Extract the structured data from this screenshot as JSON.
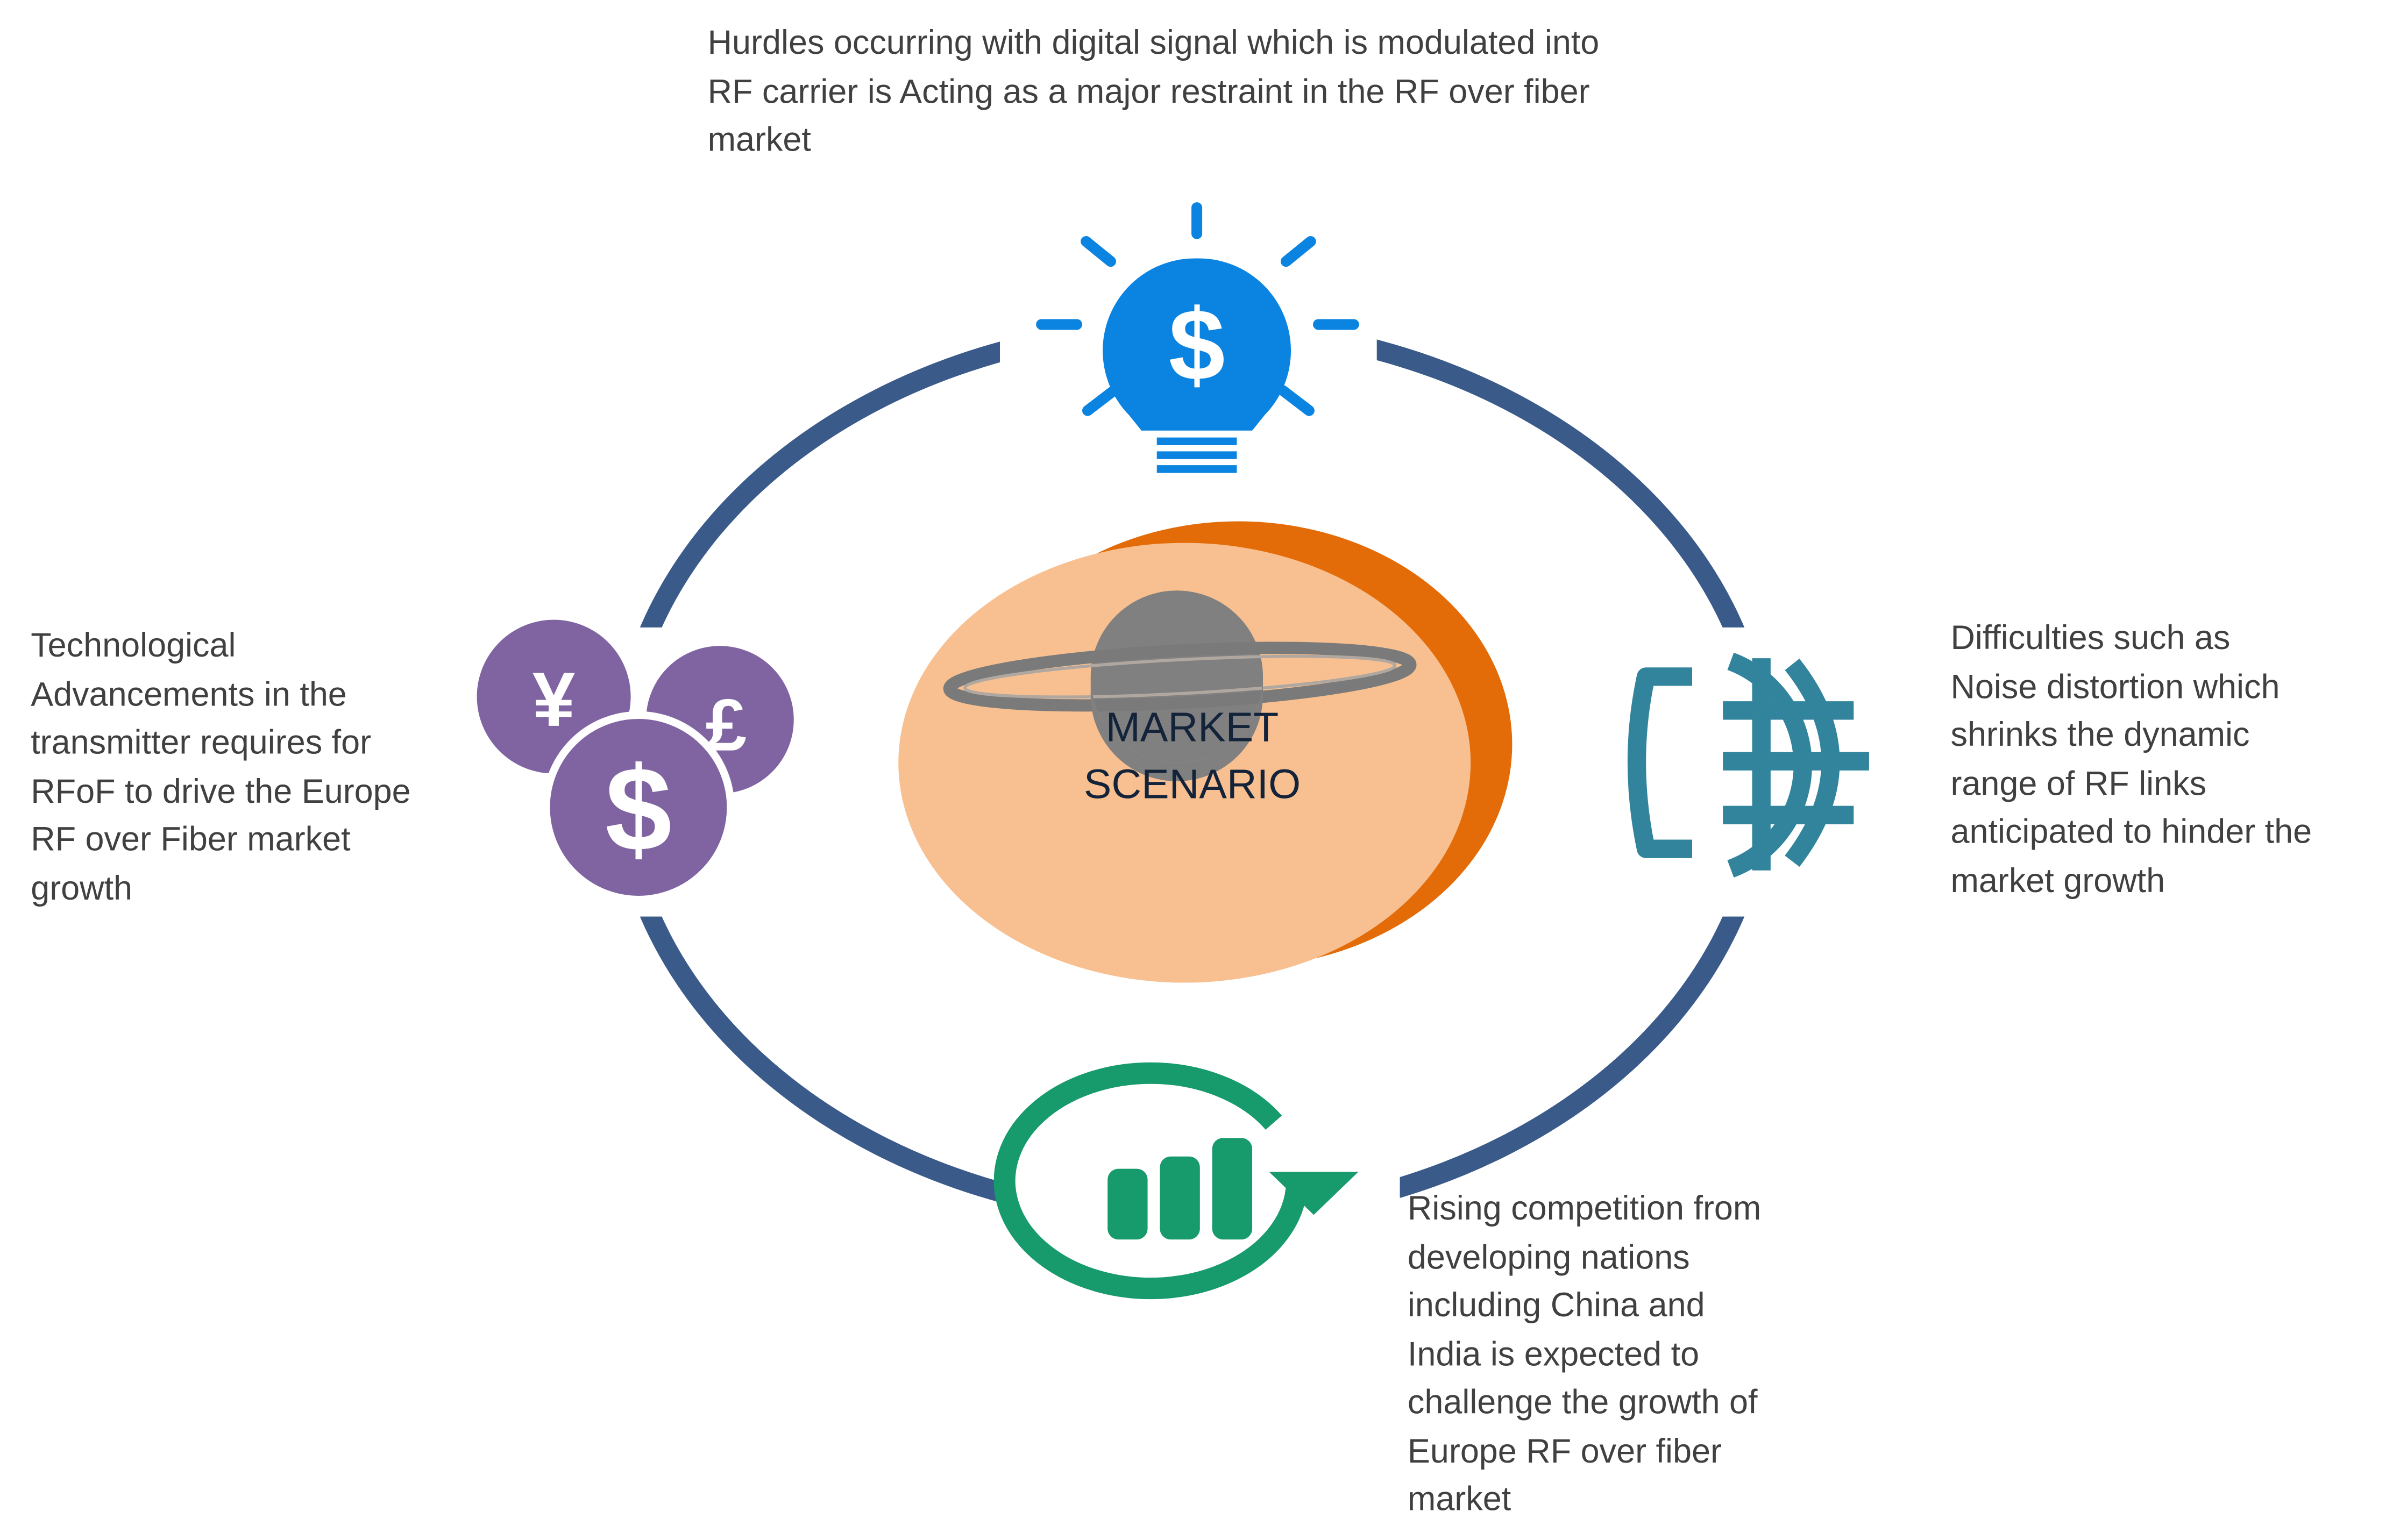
{
  "center": {
    "line1": "MARKET",
    "line2": "SCENARIO"
  },
  "top_text": [
    "Hurdles occurring with digital signal which is modulated into",
    "RF carrier is Acting as a major restraint in the RF over fiber",
    "market"
  ],
  "left_text": [
    "Technological",
    "Advancements in  the",
    "transmitter requires for",
    "RFoF to drive the Europe",
    "RF over Fiber market",
    "growth"
  ],
  "right_text": [
    "Difficulties such as",
    "Noise distortion which",
    "shrinks the dynamic",
    "range of RF links",
    "anticipated to hinder the",
    "market growth"
  ],
  "bottom_text": [
    "Rising competition from",
    "developing nations",
    "including China and",
    "India is expected to",
    "challenge the growth of",
    "Europe RF over fiber",
    "market"
  ],
  "icons": {
    "top": "lightbulb-dollar-icon",
    "left": "currency-coins-icon",
    "right": "globe-icon",
    "bottom": "bar-chart-cycle-icon",
    "center": "planet-icon"
  },
  "colors": {
    "ring": "#3a5a8a",
    "bulb": "#0a84e0",
    "coins": "#8064a2",
    "globe": "#31849b",
    "chart": "#179a6c",
    "center_fill": "#f8c090",
    "center_shadow": "#e36c09"
  }
}
